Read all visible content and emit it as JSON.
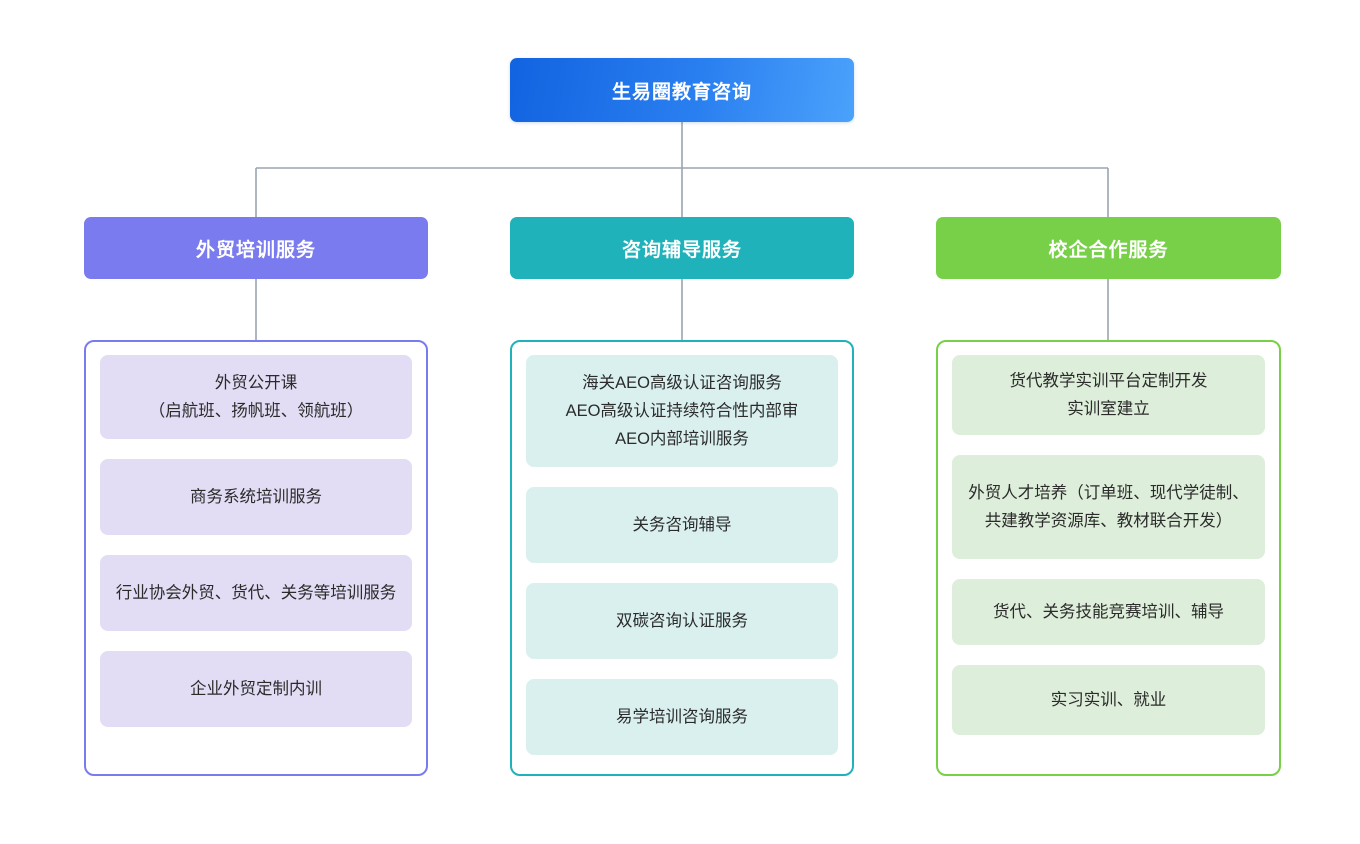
{
  "diagram": {
    "type": "organization-tree",
    "orientation": "top-down",
    "background_color": "#ffffff",
    "connector_color": "#9aa5b1"
  },
  "root": {
    "label": "生易圈教育咨询",
    "color_start": "#1263e0",
    "color_end": "#4ba2fb",
    "text_color": "#ffffff"
  },
  "branches": [
    {
      "header": "外贸培训服务",
      "header_color": "#7b7bf0",
      "border_color": "#7b7bf0",
      "card_color": "#e2ddf4",
      "items": [
        "外贸公开课\n（启航班、扬帆班、领航班）",
        "商务系统培训服务",
        "行业协会外贸、货代、关务等培训服务",
        "企业外贸定制内训"
      ]
    },
    {
      "header": "咨询辅导服务",
      "header_color": "#20b2ba",
      "border_color": "#20b2ba",
      "card_color": "#daf0ef",
      "items": [
        "海关AEO高级认证咨询服务\nAEO高级认证持续符合性内部审\nAEO内部培训服务",
        "关务咨询辅导",
        "双碳咨询认证服务",
        "易学培训咨询服务"
      ]
    },
    {
      "header": "校企合作服务",
      "header_color": "#78d048",
      "border_color": "#78d048",
      "card_color": "#ddeeda",
      "items": [
        "货代教学实训平台定制开发\n实训室建立",
        "外贸人才培养（订单班、现代学徒制、共建教学资源库、教材联合开发）",
        "货代、关务技能竞赛培训、辅导",
        "实习实训、就业"
      ]
    }
  ]
}
